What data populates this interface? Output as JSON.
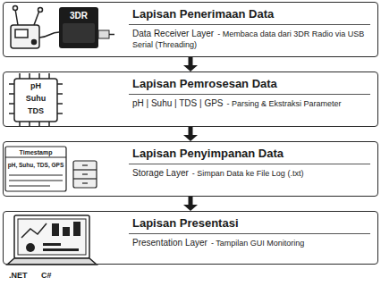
{
  "diagram": {
    "nodes": [
      {
        "text": [
          "Lapisan Penerimaan Data",
          "Data Receiver Layer",
          "- Membaca data dari 3DR Radio via USB Serial (Threading)"
        ]
      },
      {
        "text": [
          "Lapisan Pemrosesan Data",
          "pH | Suhu | TDS | GPS",
          "- Parsing & Ekstraksi Parameter"
        ]
      },
      {
        "text": [
          "Lapisan Penyimpanan Data",
          "Storage Layer",
          "- Simpan Data ke File Log (.txt)"
        ]
      },
      {
        "text": [
          "Lapisan Presentasi",
          "Presentation Layer",
          "- Tampilan GUI Monitoring"
        ]
      }
    ],
    "edges": [
      {
        "from": 0,
        "to": 1,
        "arrow": "to"
      },
      {
        "from": 1,
        "to": 2,
        "arrow": "to"
      },
      {
        "from": 2,
        "to": 3,
        "arrow": "to"
      }
    ],
    "labels": [
      "3DR",
      "pH",
      "Suhu",
      "TDS",
      "Timestamp",
      "pH, Suhu, TDS, GPS",
      ".NET",
      "C#"
    ]
  }
}
